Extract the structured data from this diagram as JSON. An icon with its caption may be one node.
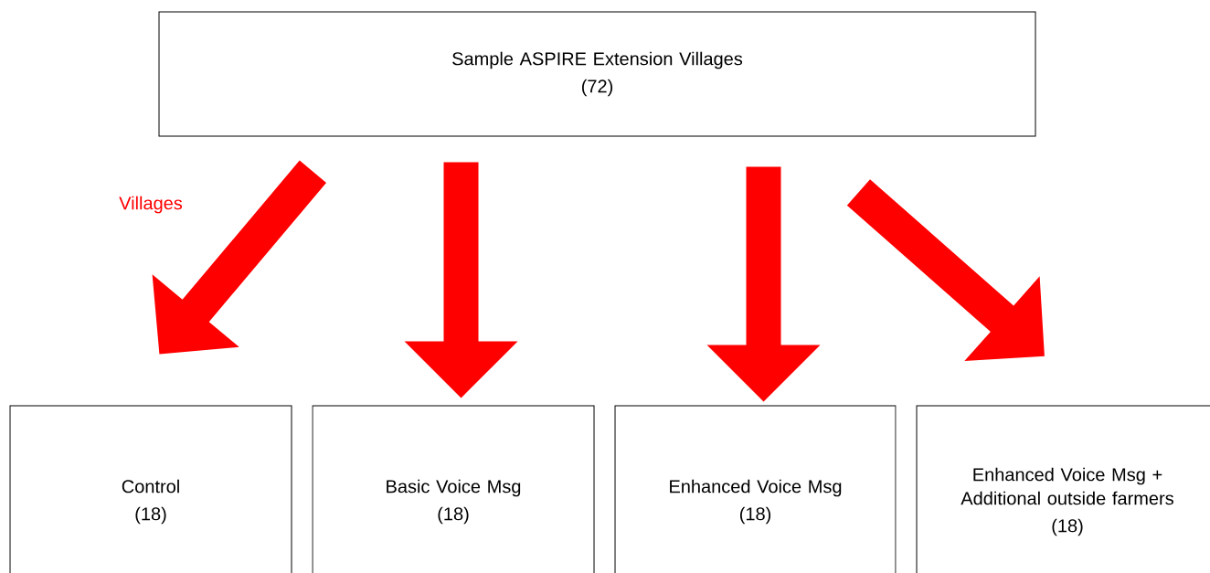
{
  "diagram": {
    "nodes": [
      {
        "text": [
          "Sample ASPIRE Extension Villages",
          "(72)"
        ]
      },
      {
        "text": [
          "Control",
          "(18)"
        ]
      },
      {
        "text": [
          "Basic Voice Msg",
          "(18)"
        ]
      },
      {
        "text": [
          "Enhanced Voice Msg",
          "(18)"
        ]
      },
      {
        "text": [
          "Enhanced Voice Msg + Additional outside farmers",
          "(18)"
        ]
      }
    ],
    "edges": [
      {
        "from": 0,
        "to": 1,
        "arrow": "to",
        "label": "Villages"
      },
      {
        "from": 0,
        "to": 2,
        "arrow": "to"
      },
      {
        "from": 0,
        "to": 3,
        "arrow": "to"
      },
      {
        "from": 0,
        "to": 4,
        "arrow": "to"
      }
    ]
  }
}
